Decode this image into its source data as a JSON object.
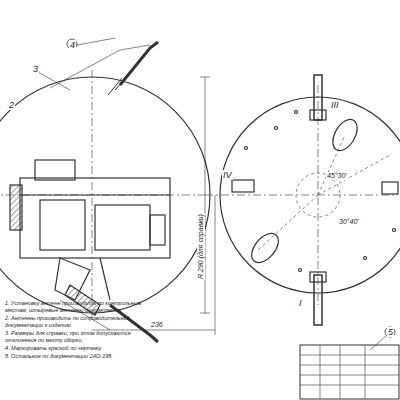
{
  "diagram": {
    "labels": [
      "4",
      "3",
      "2",
      "R 290 (для справки)",
      "236",
      "III",
      "IV",
      "I",
      "45°30'",
      "30°40'",
      "5",
      "1. Установку антенн производить по контрольным",
      "местам; штыревые антенны из комплекта",
      "2. Антенны производить по сопроводительной",
      "документации к изделию.",
      "3. Размеры для справки, при этом допускаются",
      "отклонения по месту сборки.",
      "4. Маркировать краской по чертежу.",
      "5. Остальное по документации 2АО-198."
    ]
  }
}
